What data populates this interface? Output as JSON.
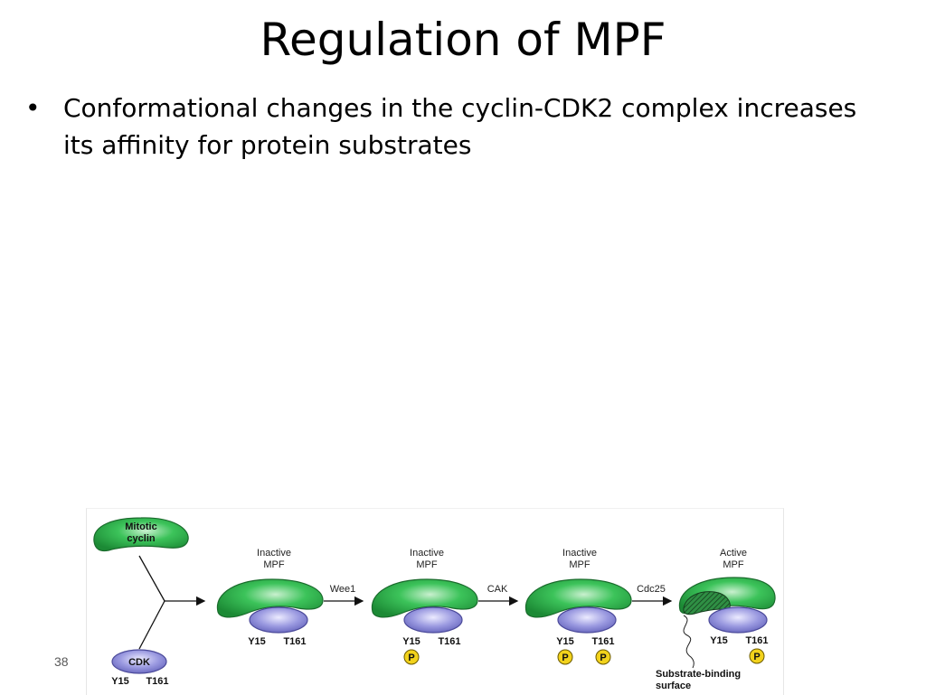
{
  "slide": {
    "title": "Regulation of MPF",
    "bullets": [
      "Conformational changes in the cyclin-CDK2 complex increases its affinity for protein substrates"
    ],
    "slide_number": "38"
  },
  "figure": {
    "cyclin_label_line1": "Mitotic",
    "cyclin_label_line2": "cyclin",
    "cdk_label": "CDK",
    "site_y15": "Y15",
    "site_t161": "T161",
    "phospho_label": "P",
    "stages": [
      {
        "line1": "Inactive",
        "line2": "MPF"
      },
      {
        "line1": "Inactive",
        "line2": "MPF"
      },
      {
        "line1": "Inactive",
        "line2": "MPF"
      },
      {
        "line1": "Active",
        "line2": "MPF"
      }
    ],
    "enzymes": [
      "Wee1",
      "CAK",
      "Cdc25"
    ],
    "substrate_line1": "Substrate-binding",
    "substrate_line2": "surface",
    "colors": {
      "cyclin_green": "#2db34a",
      "cyclin_dark": "#1a6b2c",
      "cdk_purple": "#8f8ed8",
      "cdk_dark": "#4b4a9a",
      "phospho_yellow": "#f2d21c"
    }
  }
}
